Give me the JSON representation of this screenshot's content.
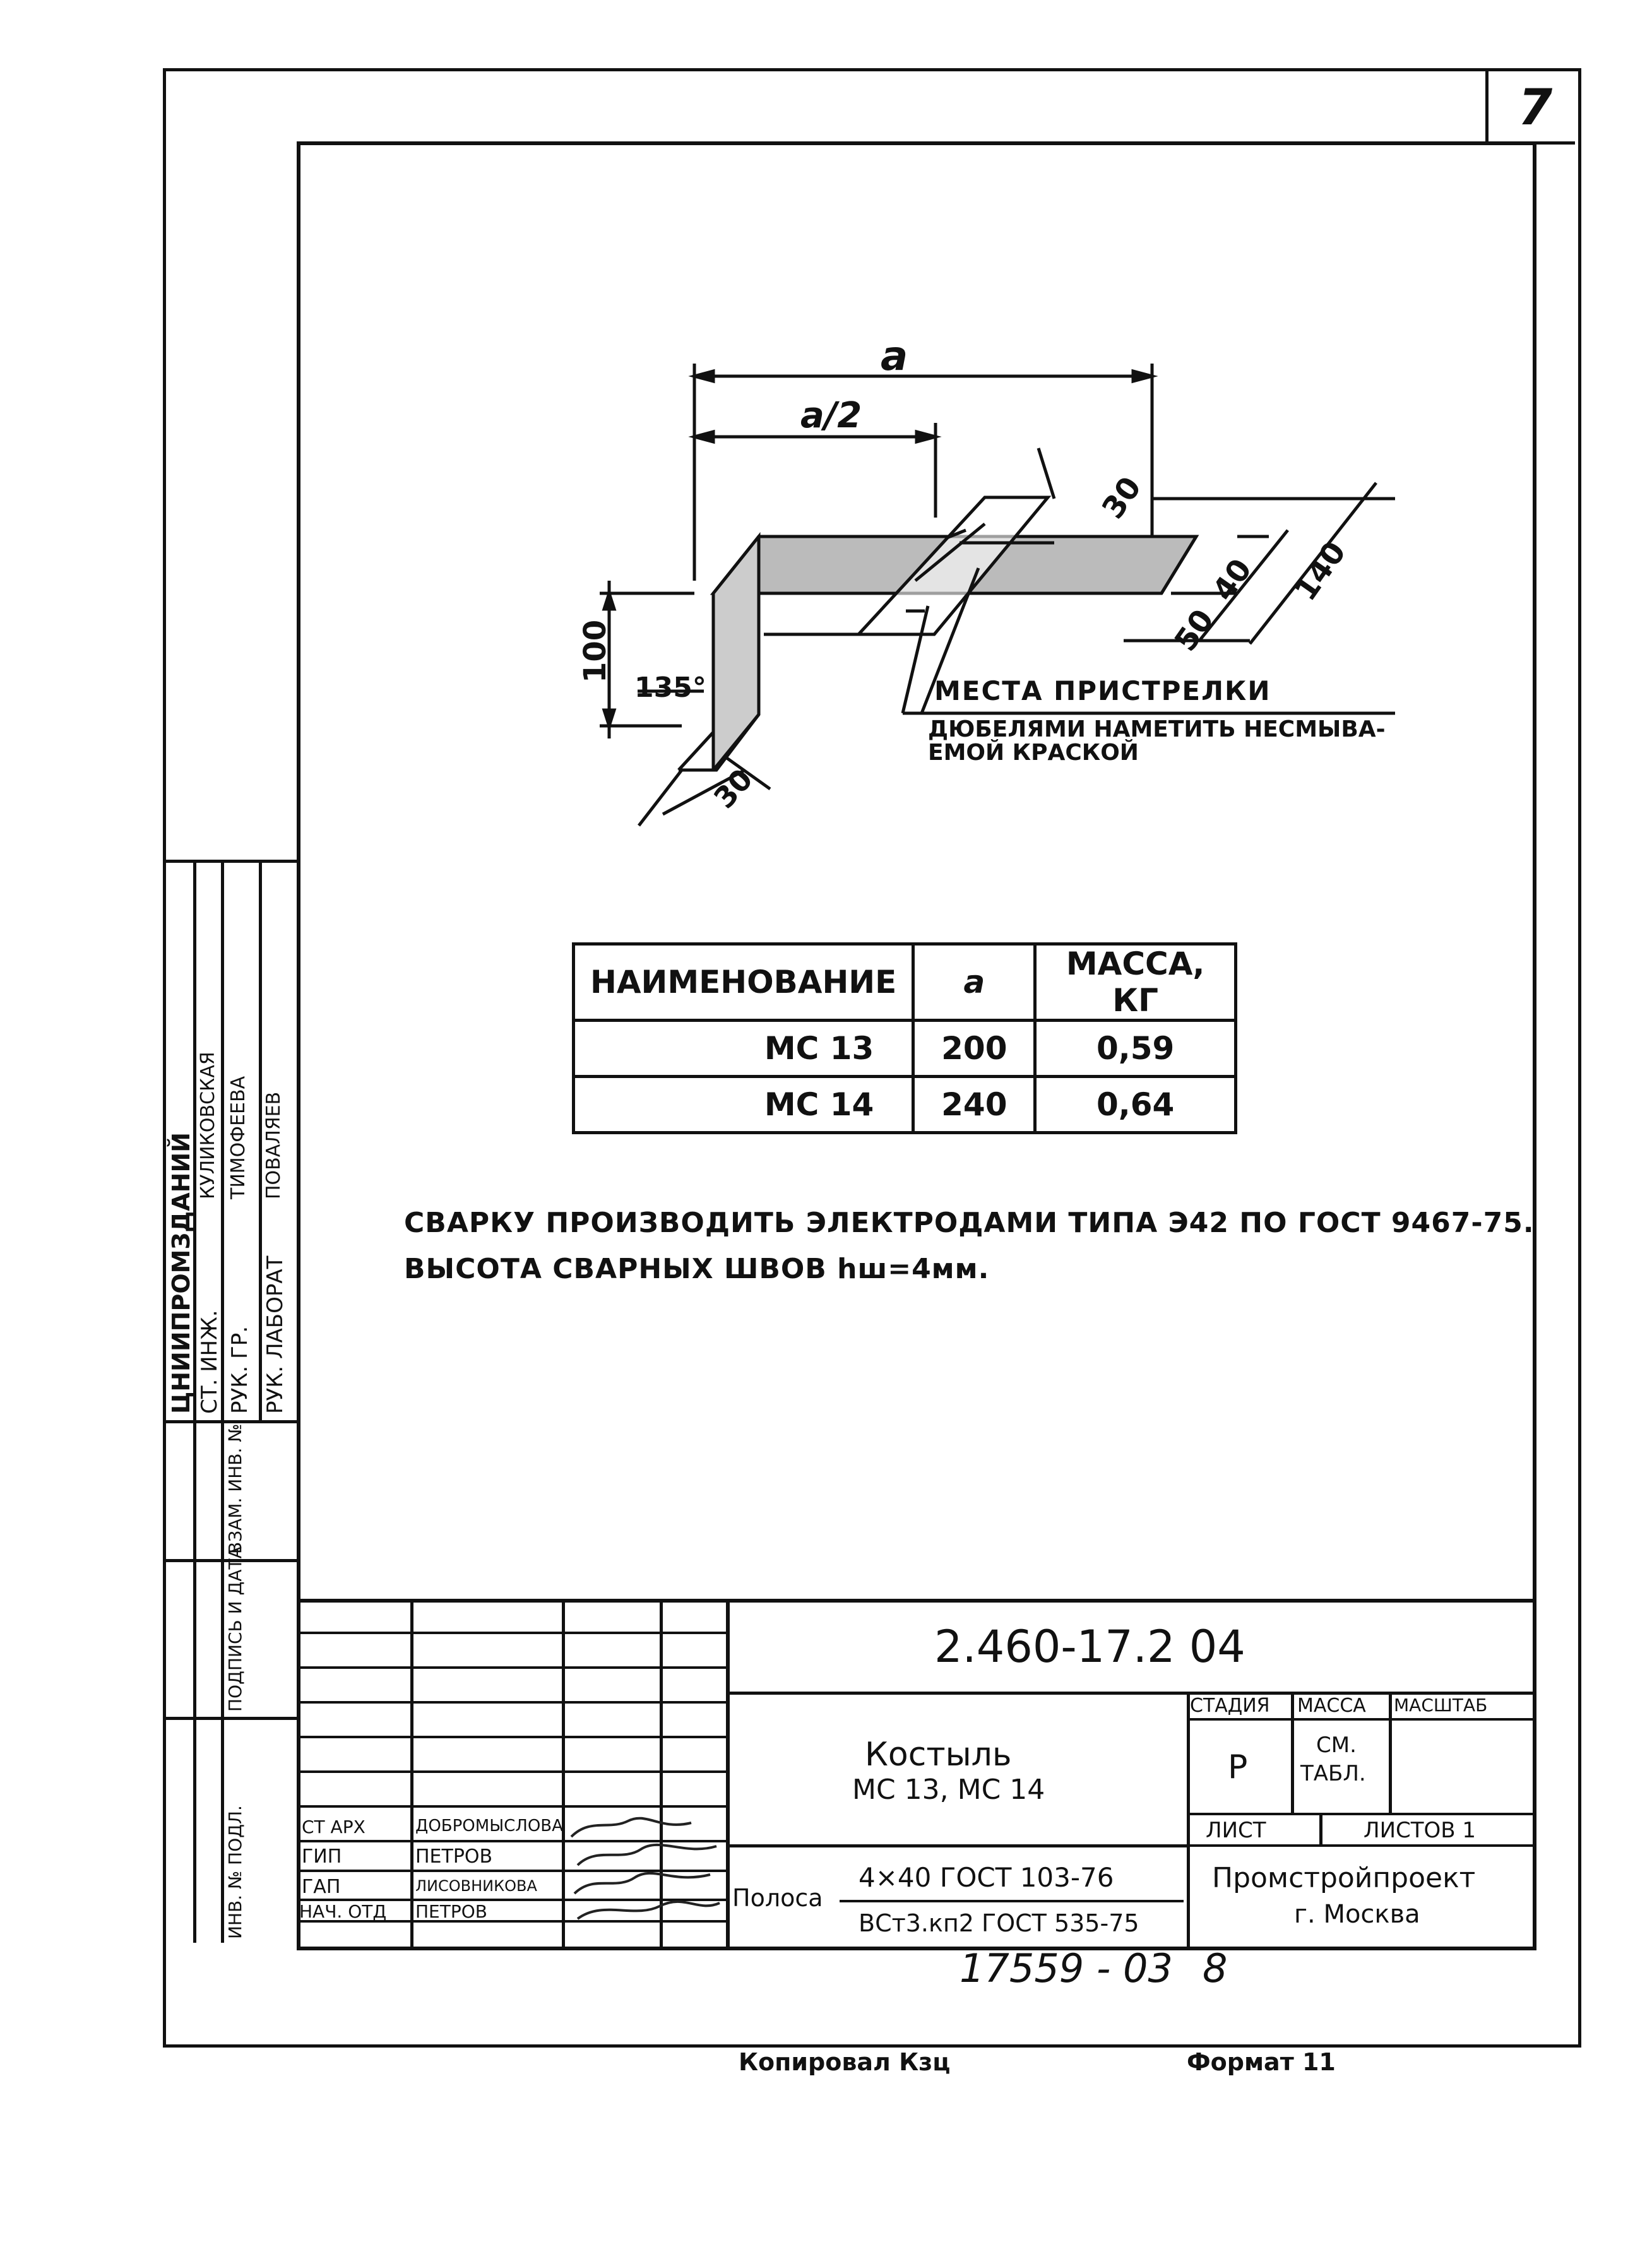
{
  "sheet": {
    "page_number": "7",
    "doc_code": "2.460-17.2 04",
    "title_line1": "Костыль",
    "title_line2": "МС 13, МС 14",
    "stage_header": "СТАДИЯ",
    "mass_header": "МАССА",
    "scale_header": "МАСШТАБ",
    "stage_value": "Р",
    "mass_value_line1": "СМ.",
    "mass_value_line2": "ТАБЛ.",
    "sheet_label": "ЛИСТ",
    "sheets_label": "ЛИСТОВ 1",
    "org_line1": "Промстройпроект",
    "org_line2": "г. Москва",
    "material_label": "Полоса",
    "material_top": "4×40 ГОСТ 103-76",
    "material_bottom": "ВСт3.кп2 ГОСТ 535-75",
    "inventory_number": "17559 - 03",
    "inventory_suffix": "8",
    "footer_left": "Копировал Кзц",
    "footer_right": "Формат 11"
  },
  "signatures": [
    {
      "role": "СТ АРХ",
      "name": "ДОБРОМЫСЛОВА"
    },
    {
      "role": "ГИП",
      "name": "ПЕТРОВ"
    },
    {
      "role": "ГАП",
      "name": "ЛИСОВНИКОВА"
    },
    {
      "role": "НАЧ. ОТД",
      "name": "ПЕТРОВ"
    }
  ],
  "side_stamp": {
    "org": "ЦНИИПРОМЗДАНИЙ",
    "rows": [
      {
        "role": "СТ. ИНЖ.",
        "name": "КУЛИКОВСКАЯ"
      },
      {
        "role": "РУК. ГР.",
        "name": "ТИМОФЕЕВА"
      },
      {
        "role": "РУК. ЛАБОРАТ",
        "name": "ПОВАЛЯЕВ"
      }
    ],
    "margin_labels": [
      "ВЗАМ. ИНВ. №",
      "ПОДПИСЬ И ДАТА",
      "ИНВ. № ПОДЛ."
    ]
  },
  "drawing": {
    "dim_a": "a",
    "dim_a_half": "a/2",
    "dim_30_top": "30",
    "dim_40": "40",
    "dim_50": "50",
    "dim_140": "140",
    "dim_100": "100",
    "dim_angle": "135°",
    "dim_30_bottom": "30",
    "note_title": "МЕСТА ПРИСТРЕЛКИ",
    "note_line1": "ДЮБЕЛЯМИ НАМЕТИТЬ НЕСМЫВА-",
    "note_line2": "ЕМОЙ КРАСКОЙ"
  },
  "table": {
    "headers": [
      "НАИМЕНОВАНИЕ",
      "a",
      "МАССА, КГ"
    ],
    "rows": [
      [
        "МС 13",
        "200",
        "0,59"
      ],
      [
        "МС 14",
        "240",
        "0,64"
      ]
    ]
  },
  "notes": [
    "СВАРКУ ПРОИЗВОДИТЬ ЭЛЕКТРОДАМИ ТИПА Э42 ПО ГОСТ 9467-75.",
    "ВЫСОТА СВАРНЫХ ШВОВ hш=4мм."
  ]
}
